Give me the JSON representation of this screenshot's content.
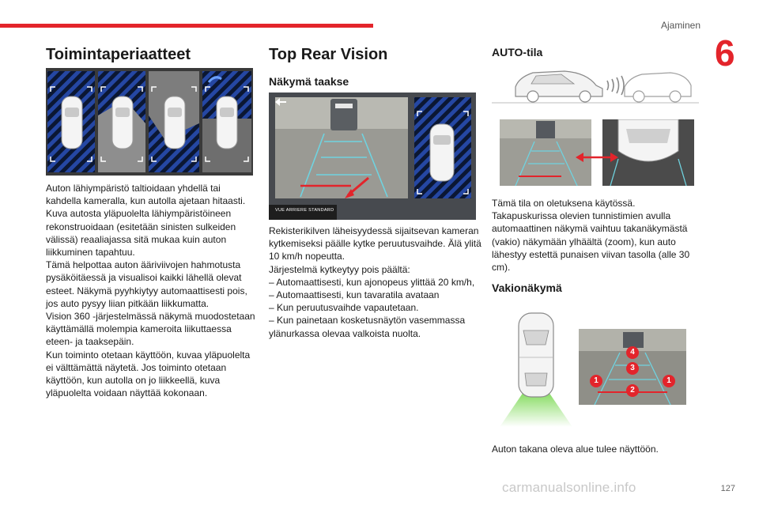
{
  "header": {
    "section": "Ajaminen",
    "chapter": "6",
    "page_number": "127"
  },
  "col1": {
    "title": "Toimintaperiaatteet",
    "paragraphs": [
      "Auton lähiympäristö taltioidaan yhdellä tai kahdella kameralla, kun autolla ajetaan hitaasti.",
      "Kuva autosta yläpuolelta lähiympäristöineen rekonstruoidaan (esitetään sinisten sulkeiden välissä) reaaliajassa sitä mukaa kuin auton liikkuminen tapahtuu.",
      "Tämä helpottaa auton ääriviivojen hahmotusta pysäköitäessä ja visualisoi kaikki lähellä olevat esteet. Näkymä pyyhkiytyy automaattisesti pois, jos auto pysyy liian pitkään liikkumatta.",
      "Vision 360 -järjestelmässä näkymä muodostetaan käyttämällä molempia kameroita liikuttaessa eteen- ja taaksepäin.",
      "Kun toiminto otetaan käyttöön, kuvaa yläpuolelta ei välttämättä näytetä. Jos toiminto otetaan käyttöön, kun autolla on jo liikkeellä, kuva yläpuolelta voidaan näyttää kokonaan."
    ]
  },
  "col2": {
    "title": "Top Rear Vision",
    "subtitle": "Näkymä taakse",
    "screen_button": "VUE ARRIERE STANDARD",
    "intro": "Rekisterikilven läheisyydessä sijaitsevan kameran kytkemiseksi päälle kytke peruutusvaihde. Älä ylitä 10 km/h nopeutta.",
    "off_title": "Järjestelmä kytkeytyy pois päältä:",
    "off_items": [
      "– Automaattisesti, kun ajonopeus ylittää 20 km/h,",
      "– Automaattisesti, kun tavaratila avataan",
      "– Kun peruutusvaihde vapautetaan.",
      "– Kun painetaan kosketusnäytön vasemmassa ylänurkassa olevaa valkoista nuolta."
    ]
  },
  "col3": {
    "auto_title": "AUTO-tila",
    "auto_text": [
      "Tämä tila on oletuksena käytössä.",
      "Takapuskurissa olevien tunnistimien avulla automaattinen näkymä vaihtuu takanäkymästä (vakio) näkymään ylhäältä (zoom), kun auto lähestyy estettä punaisen viivan tasolla (alle 30 cm)."
    ],
    "std_title": "Vakionäkymä",
    "markers": [
      "4",
      "3",
      "1",
      "2",
      "1"
    ],
    "std_text": "Auton takana oleva alue tulee näyttöön."
  },
  "watermark": "carmanualsonline.info",
  "colors": {
    "accent_red": "#e3242b",
    "guide_cyan": "#6fd3e0",
    "hatch_blue": "#1e3a8a",
    "green_zone": "#7ed957"
  },
  "icons": [
    "back-arrow-icon",
    "double-arrow-icon",
    "car-side-icon",
    "car-top-icon"
  ]
}
